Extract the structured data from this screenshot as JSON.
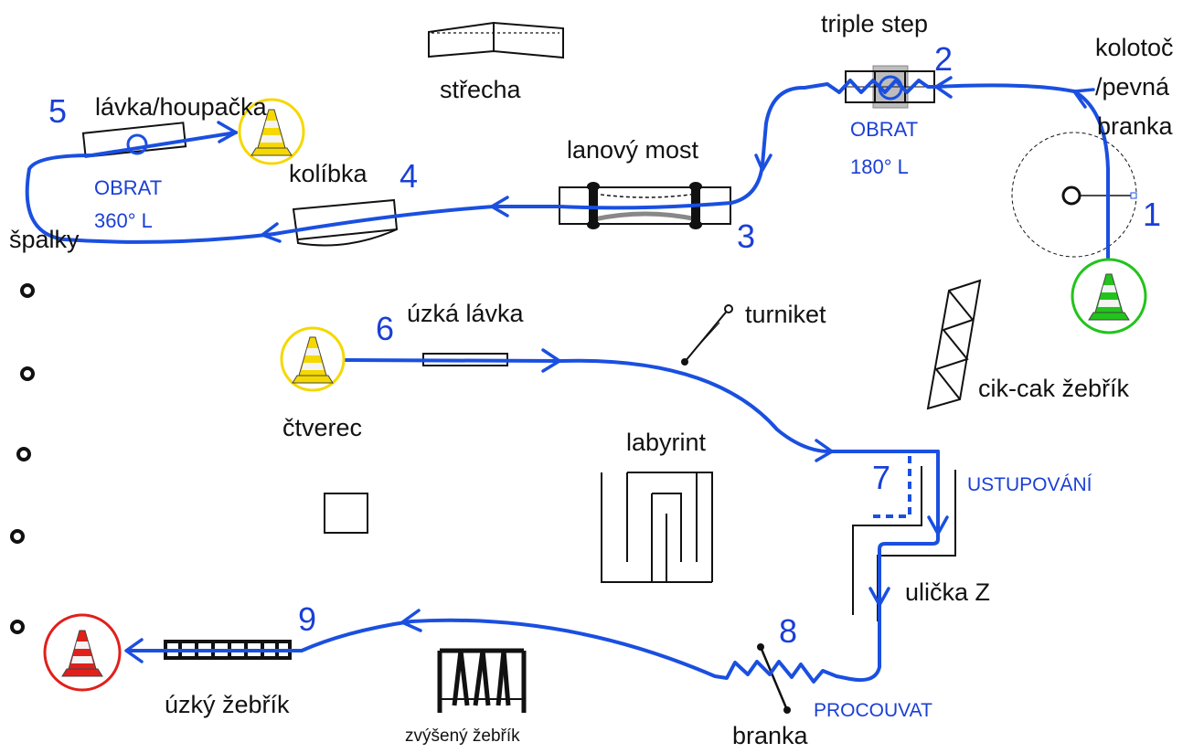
{
  "labels": {
    "triple_step": "triple step",
    "kolotoc_1": "kolotoč",
    "kolotoc_2": "/pevná",
    "kolotoc_3": "branka",
    "strecha": "střecha",
    "lavka": "lávka/houpačka",
    "lanovy_most": "lanový most",
    "kolibka": "kolíbka",
    "spalky": "špalky",
    "uzka_lavka": "úzká lávka",
    "turniket": "turniket",
    "cik_cak": "cik-cak žebřík",
    "ctverec": "čtverec",
    "labyrint": "labyrint",
    "ulicka": "ulička Z",
    "branka": "branka",
    "uzky_zebrik": "úzký žebřík",
    "zvyseny_zebrik": "zvýšený žebřík"
  },
  "annotations": {
    "obrat_180_1": "OBRAT",
    "obrat_180_2": "180° L",
    "obrat_360_1": "OBRAT",
    "obrat_360_2": "360° L",
    "ustupovani": "USTUPOVÁNÍ",
    "procouvat": "PROCOUVAT"
  },
  "numbers": [
    "1",
    "2",
    "3",
    "4",
    "5",
    "6",
    "7",
    "8",
    "9"
  ],
  "colors": {
    "path": "#1a4fe0",
    "text_blue": "#1a3fd6",
    "start_cone": "#22c41b",
    "mid_cone": "#f5d800",
    "finish_cone": "#e0201b",
    "ink": "#111111"
  },
  "icons": {
    "start": "green-cone-icon",
    "checkpoint": "yellow-cone-icon",
    "finish": "red-cone-icon"
  }
}
